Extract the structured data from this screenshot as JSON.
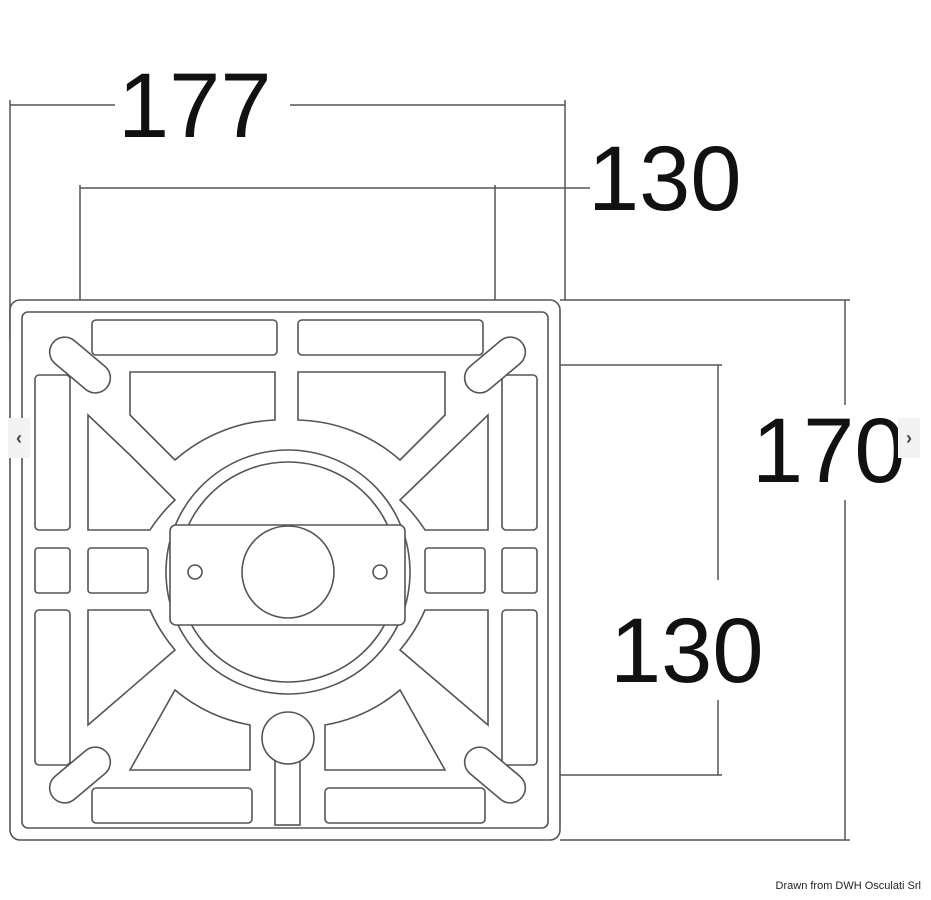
{
  "drawing": {
    "dimensions": {
      "overall_width": "177",
      "hole_spacing_horizontal": "130",
      "overall_height": "170",
      "hole_spacing_vertical": "130"
    },
    "colors": {
      "line": "#555555",
      "dim_line": "#444444",
      "text": "#111111"
    }
  },
  "carousel": {
    "prev_icon": "chevron-left-icon",
    "next_icon": "chevron-right-icon",
    "prev": "‹",
    "next": "›"
  },
  "credit": "Drawn from DWH Osculati Srl"
}
